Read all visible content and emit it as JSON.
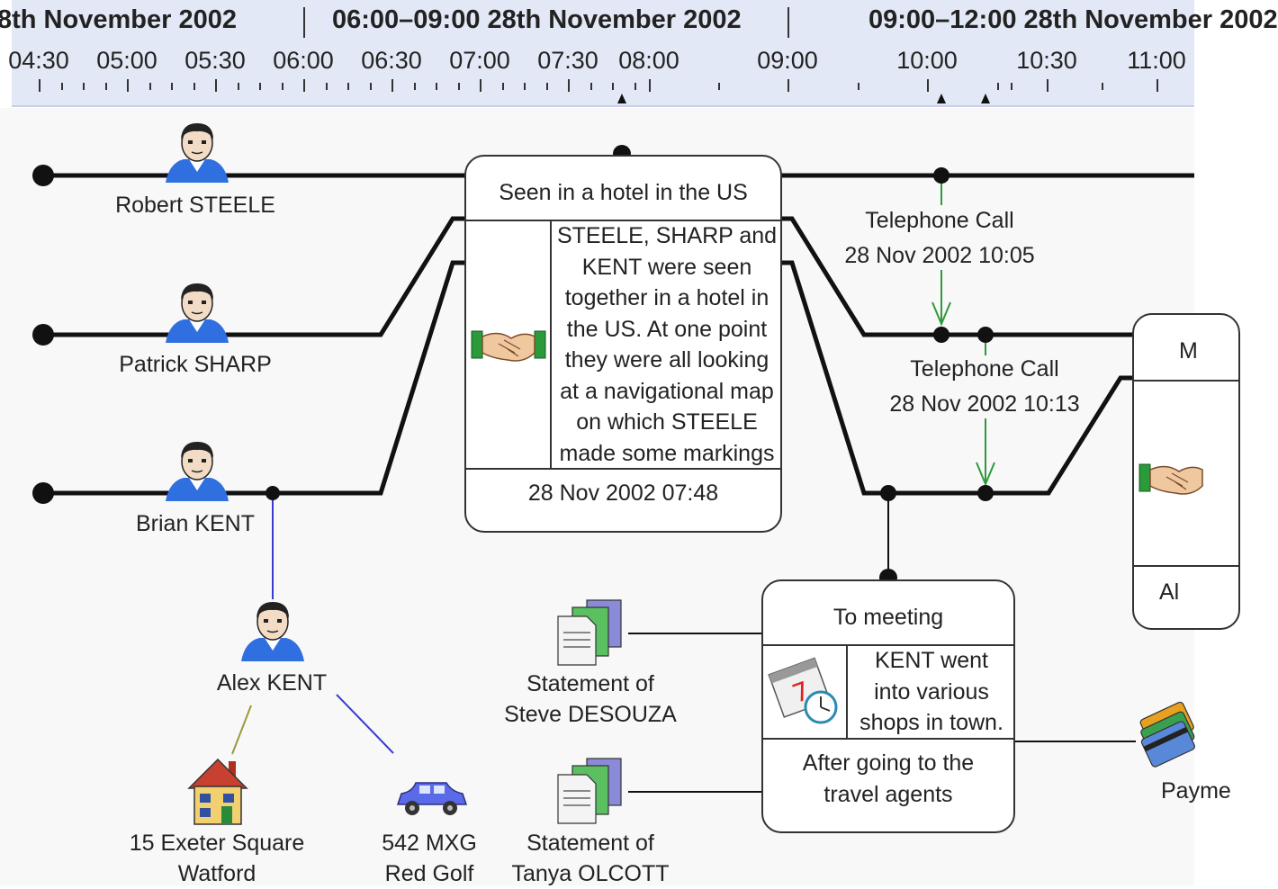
{
  "timeline": {
    "bands": [
      {
        "label": "8th November 2002"
      },
      {
        "label": "06:00–09:00  28th November 2002"
      },
      {
        "label": "09:00–12:00  28th November 2002"
      }
    ],
    "ticks": [
      "04:30",
      "05:00",
      "05:30",
      "06:00",
      "06:30",
      "07:00",
      "07:30",
      "08:00",
      "09:00",
      "10:00",
      "10:30",
      "11:00"
    ]
  },
  "people": {
    "robert": "Robert STEELE",
    "patrick": "Patrick SHARP",
    "brian": "Brian KENT",
    "alex": "Alex KENT"
  },
  "entities": {
    "address": {
      "line1": "15 Exeter Square",
      "line2": "Watford"
    },
    "car": {
      "line1": "542 MXG",
      "line2": "Red Golf"
    },
    "statement1": {
      "line1": "Statement of",
      "line2": "Steve DESOUZA"
    },
    "statement2": {
      "line1": "Statement of",
      "line2": "Tanya OLCOTT"
    },
    "payment": "Payme"
  },
  "events": {
    "hotel": {
      "title": "Seen in a hotel in the US",
      "lines": [
        "STEELE, SHARP and",
        "KENT were seen",
        "together in a hotel in",
        "the US. At one point",
        "they were all looking",
        "at a navigational map",
        "on which STEELE",
        "made some markings"
      ],
      "date": "28 Nov 2002 07:48"
    },
    "meeting": {
      "title": "To meeting",
      "lines": [
        "KENT went",
        "into various",
        "shops in town."
      ],
      "footer_lines": [
        "After going to the",
        "travel agents"
      ]
    },
    "right_partial": {
      "title": "M",
      "footer": "Al"
    }
  },
  "calls": [
    {
      "title": "Telephone Call",
      "date": "28 Nov 2002 10:05"
    },
    {
      "title": "Telephone Call",
      "date": "28 Nov 2002 10:13"
    }
  ],
  "colors": {
    "timeline_bg": "#e3e8f6",
    "chart_bg": "#f8f8f8",
    "phone_link": "#2e9a3a",
    "assoc_blue": "#3b3bd0",
    "assoc_olive": "#9a9a3a"
  },
  "icons": [
    "person-icon",
    "handshake-icon",
    "calendar-clock-icon",
    "document-stack-icon",
    "house-icon",
    "car-icon",
    "payment-cards-icon"
  ]
}
